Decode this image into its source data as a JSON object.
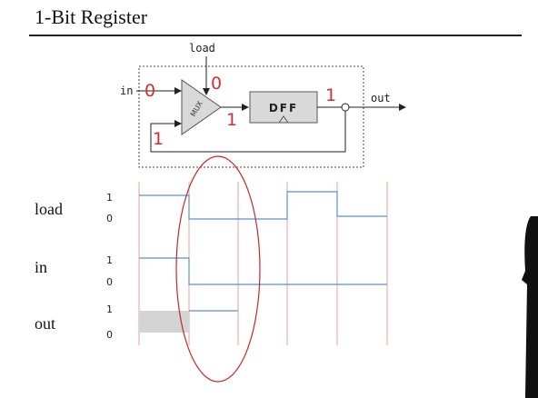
{
  "title": "1-Bit Register",
  "circuit": {
    "load_label": "load",
    "in_label": "in",
    "out_label": "out",
    "mux_label": "MUX",
    "dff_label": "DFF",
    "values": {
      "in": "0",
      "load": "0",
      "feedback": "1",
      "mux_out": "1",
      "dff_out": "1"
    },
    "value_color": "#d32f2f"
  },
  "timing": {
    "signals": [
      {
        "name": "load",
        "high": "1",
        "low": "0"
      },
      {
        "name": "in",
        "high": "1",
        "low": "0"
      },
      {
        "name": "out",
        "high": "1",
        "low": "0"
      }
    ],
    "waveform_color": "#5b8fd6",
    "clock_line_color": "#e08a8a",
    "highlight_color": "#d32f2f"
  }
}
